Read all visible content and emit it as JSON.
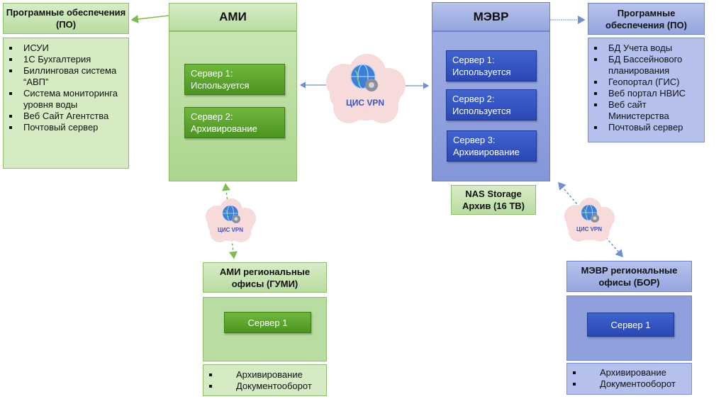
{
  "left_software": {
    "title": "Програмные обеспечения (ПО)",
    "items": [
      "ИСУИ",
      "1С Бухгалтерия",
      "Биллинговая система “АВП”",
      "Система мониторинга уровня воды",
      "Веб Сайт Агентства",
      "Почтовый сервер"
    ]
  },
  "ami": {
    "title": "АМИ",
    "servers": [
      {
        "line1": "Сервер 1:",
        "line2": "Используется"
      },
      {
        "line1": "Сервер 2:",
        "line2": "Архивирование"
      }
    ]
  },
  "mevr": {
    "title": "МЭВР",
    "servers": [
      {
        "line1": "Сервер 1:",
        "line2": "Используется"
      },
      {
        "line1": "Сервер 2:",
        "line2": "Используется"
      },
      {
        "line1": "Сервер 3:",
        "line2": "Архивирование"
      }
    ]
  },
  "nas": {
    "line1": "NAS Storage",
    "line2": "Архив (16 TB)"
  },
  "right_software": {
    "title": "Програмные обеспечения (ПО)",
    "items": [
      "БД Учета воды",
      "БД Бассейнового планирования",
      "Геопортал (ГИС)",
      "Веб портал НВИС",
      "Веб сайт Министерства",
      "Почтовый сервер"
    ]
  },
  "vpn_main": {
    "label": "ЦИС VPN",
    "icon": "globe-gear-icon"
  },
  "vpn_left": {
    "label": "ЦИС VPN",
    "icon": "globe-gear-icon"
  },
  "vpn_right": {
    "label": "ЦИС VPN",
    "icon": "globe-gear-icon"
  },
  "ami_regional": {
    "title": "АМИ региональные офисы (ГУМИ)",
    "server": "Сервер 1",
    "items": [
      "Архивирование",
      "Документооборот"
    ]
  },
  "mevr_regional": {
    "title": "МЭВР региональные офисы (БОР)",
    "server": "Сервер 1",
    "items": [
      "Архивирование",
      "Документооборот"
    ]
  },
  "colors": {
    "green_server": "#4c9422",
    "blue_server": "#2a48b4",
    "green_panel": "#b9dca0",
    "blue_panel": "#8495d9",
    "vpn_text": "#3a55c0"
  }
}
